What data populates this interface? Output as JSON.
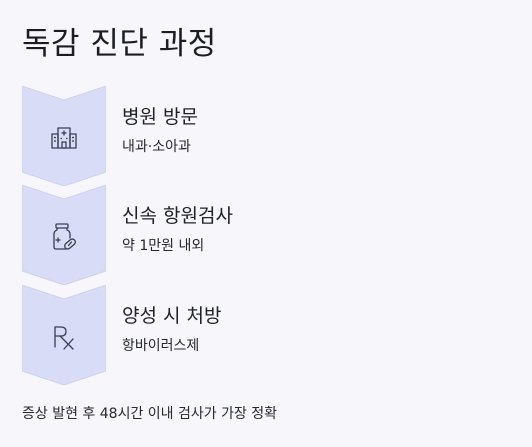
{
  "title": "독감 진단 과정",
  "steps": [
    {
      "icon": "hospital-icon",
      "title": "병원 방문",
      "subtitle": "내과·소아과"
    },
    {
      "icon": "medicine-bottle-icon",
      "title": "신속 항원검사",
      "subtitle": "약 1만원 내외"
    },
    {
      "icon": "prescription-rx-icon",
      "title": "양성 시 처방",
      "subtitle": "항바이러스제"
    }
  ],
  "footnote": "증상 발현 후 48시간 이내 검사가 가장 정확",
  "colors": {
    "background": "#f7f7fb",
    "chevron_fill": "#d8dcf6",
    "chevron_stroke": "#c6cbef",
    "icon_stroke": "#3a3d4f",
    "text": "#1f2126"
  }
}
